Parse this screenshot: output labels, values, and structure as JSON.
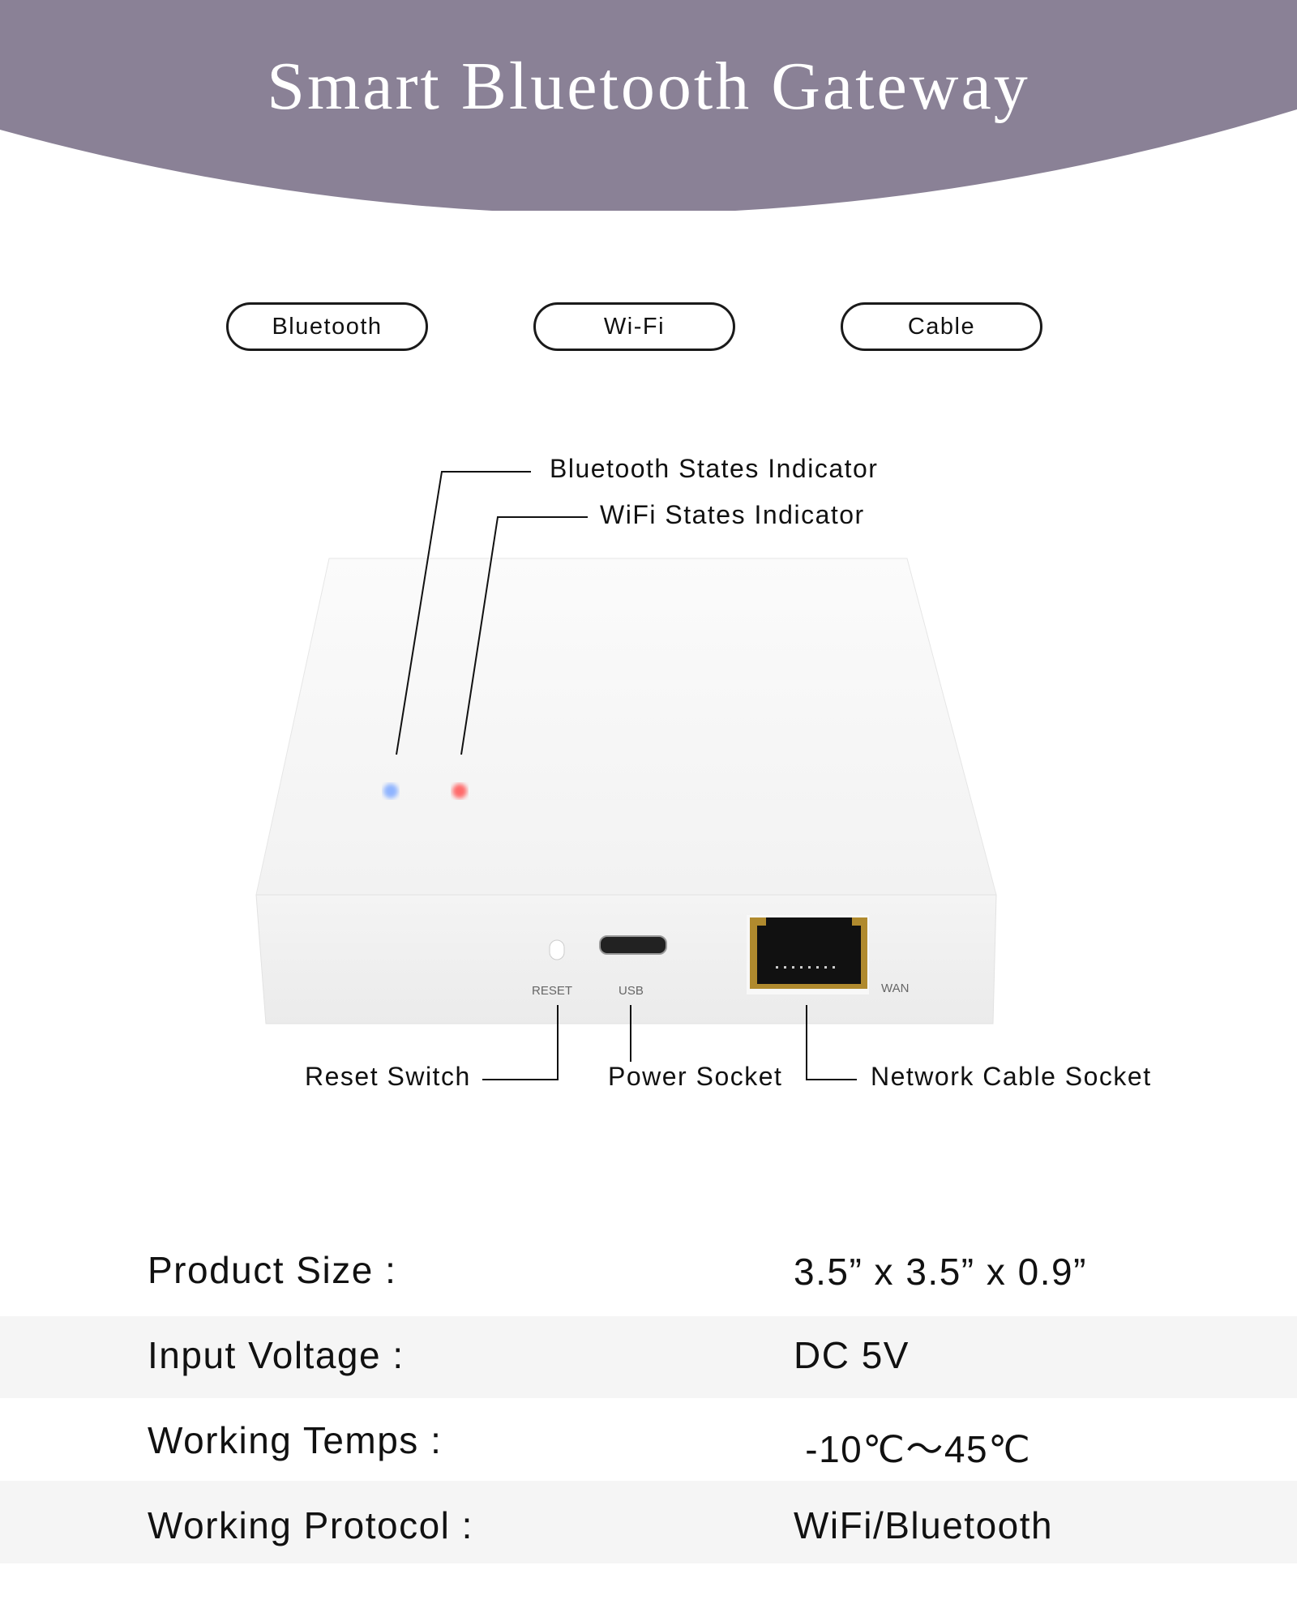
{
  "header": {
    "title": "Smart Bluetooth Gateway",
    "color": "#8a8196"
  },
  "connectivity": [
    {
      "label": "Bluetooth"
    },
    {
      "label": "Wi-Fi"
    },
    {
      "label": "Cable"
    }
  ],
  "callouts": {
    "bluetooth_indicator": "Bluetooth States Indicator",
    "wifi_indicator": "WiFi States Indicator",
    "reset_switch": "Reset Switch",
    "power_socket": "Power Socket",
    "network_socket": "Network Cable Socket"
  },
  "device": {
    "port_labels": {
      "reset": "RESET",
      "usb": "USB",
      "wan": "WAN"
    },
    "led_colors": {
      "bluetooth": "#8fb4ff",
      "wifi": "#ff6b6b"
    }
  },
  "specs": [
    {
      "label": "Product Size :",
      "value": "3.5” x 3.5” x 0.9”"
    },
    {
      "label": "Input Voltage :",
      "value": "DC 5V"
    },
    {
      "label": "Working Temps :",
      "value": " -10℃～45℃"
    },
    {
      "label": "Working Protocol :",
      "value": "WiFi/Bluetooth"
    }
  ]
}
